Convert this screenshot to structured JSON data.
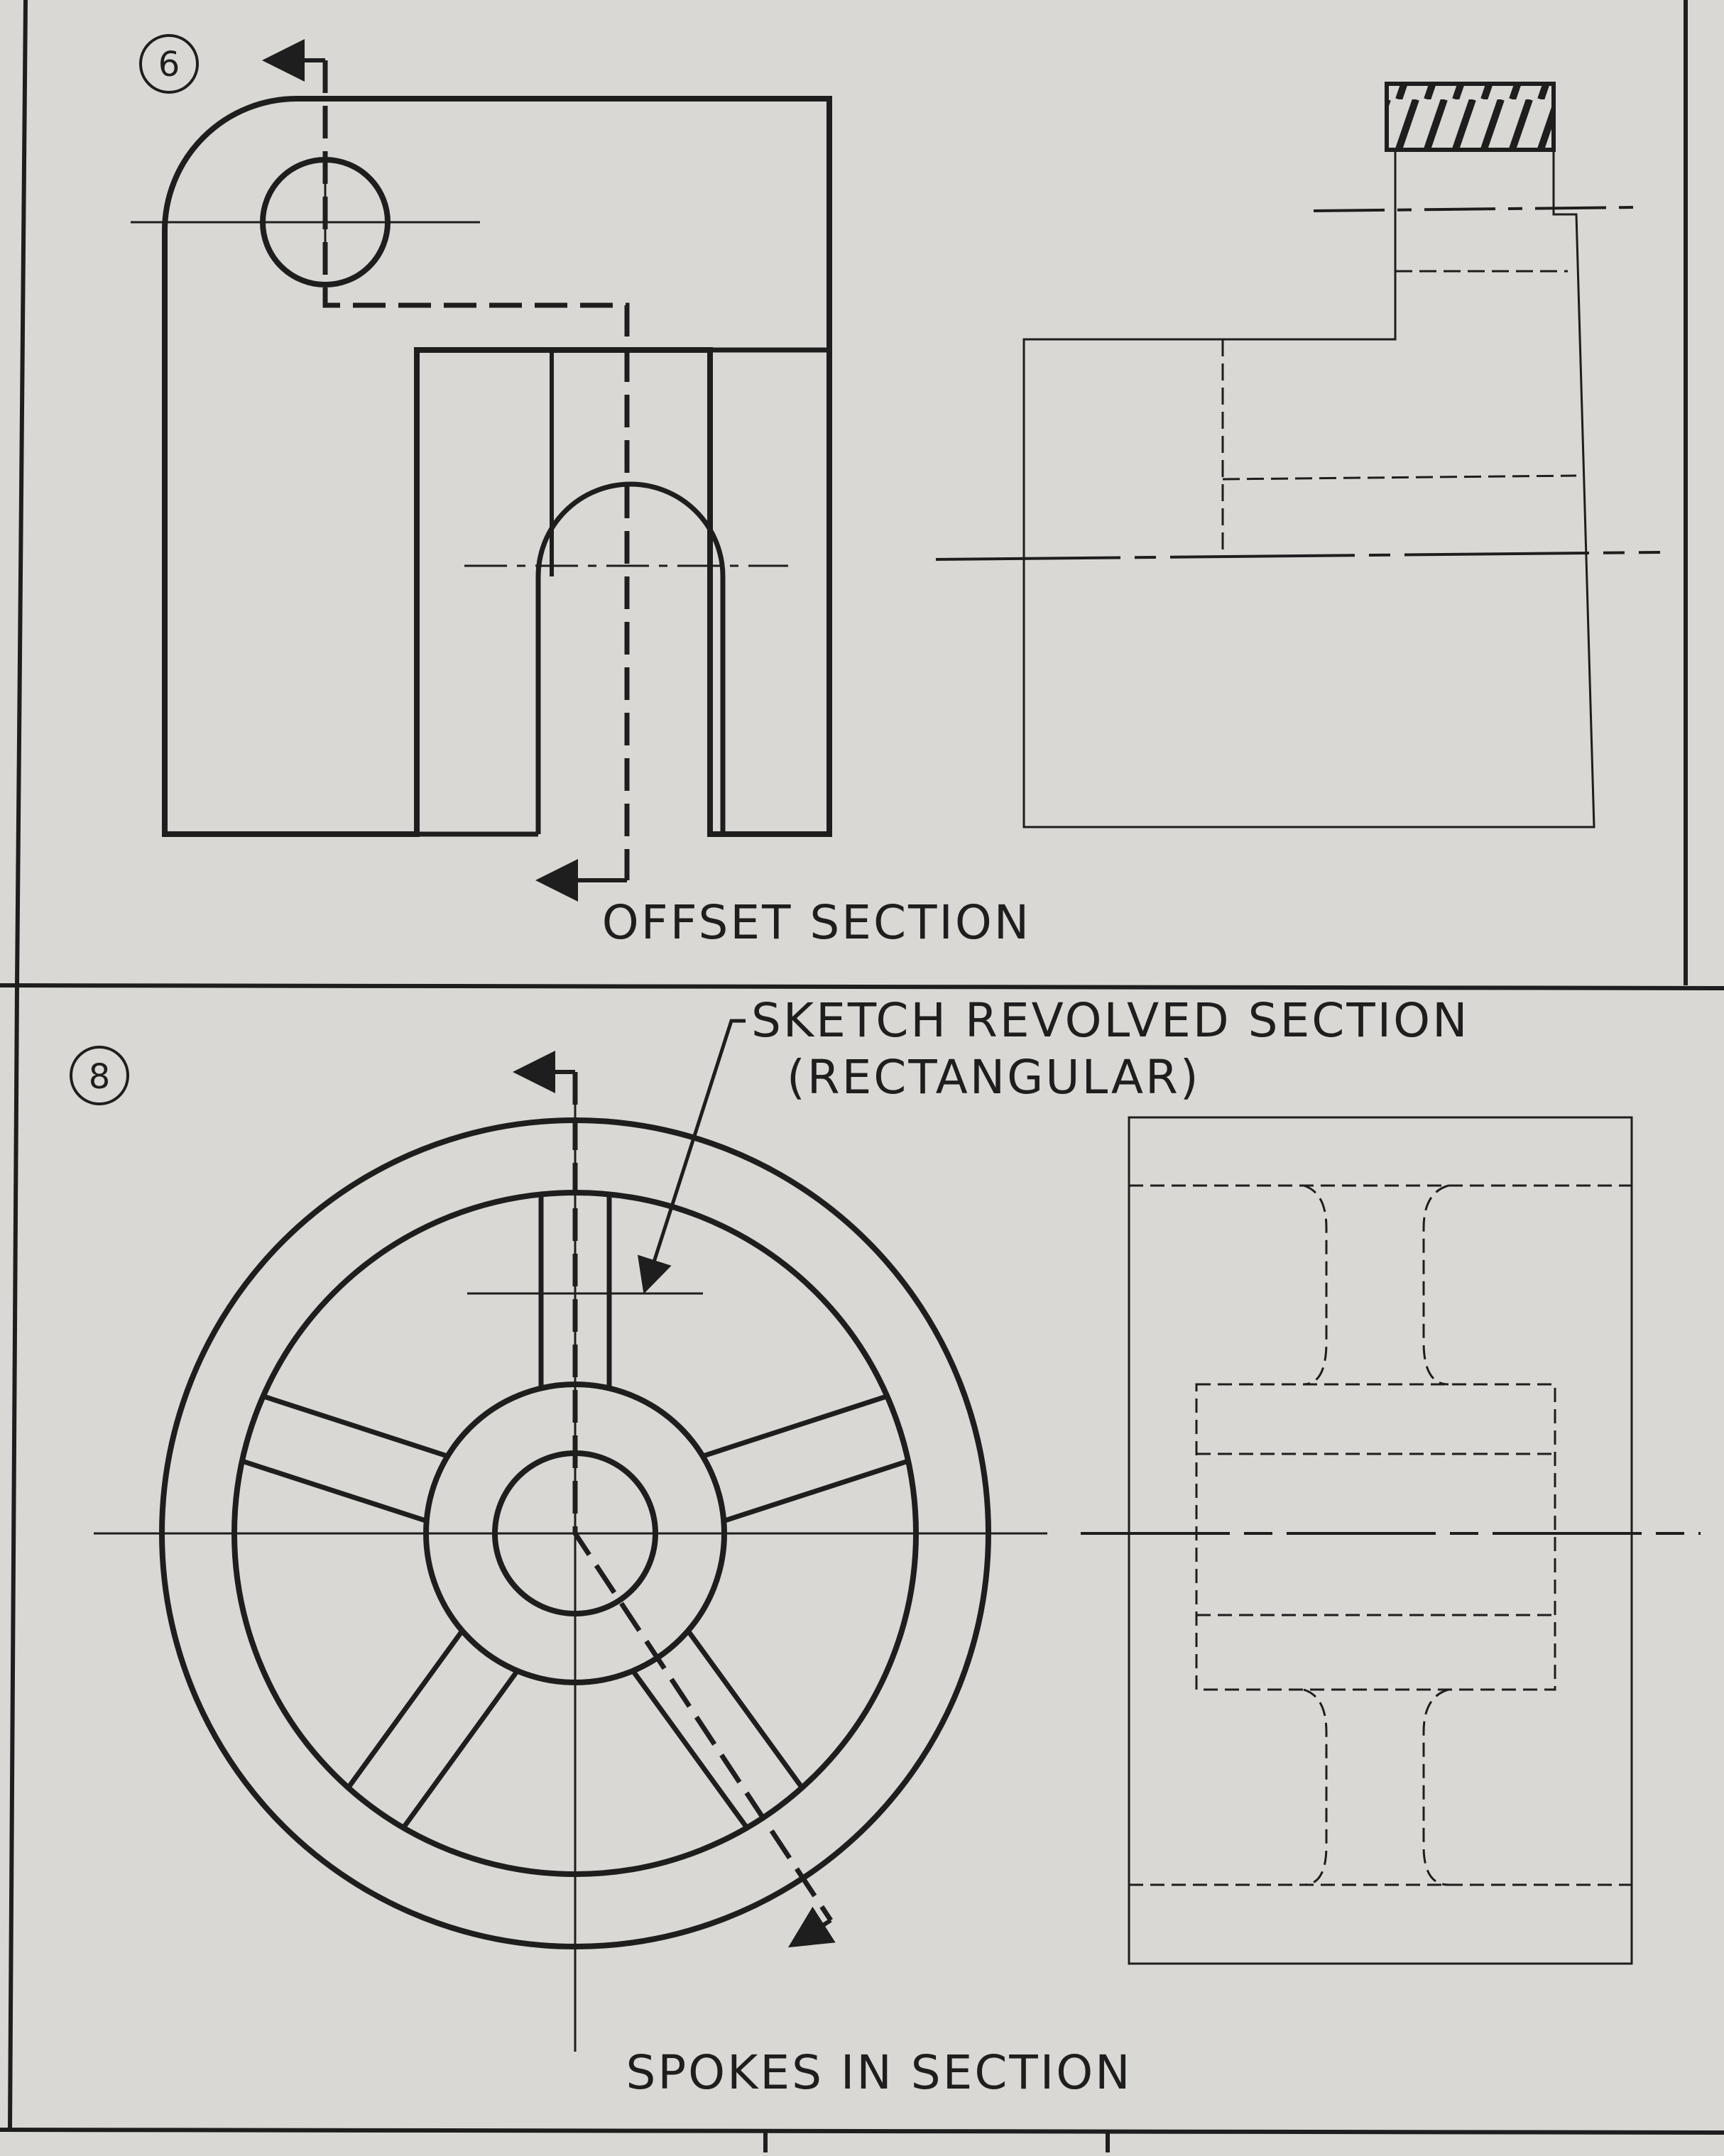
{
  "colors": {
    "paper": "#d9d8d4",
    "ink": "#1e1e1e"
  },
  "problems": [
    {
      "number": "6",
      "caption": "OFFSET SECTION"
    },
    {
      "number": "8",
      "callout_line1": "SKETCH REVOLVED SECTION",
      "callout_line2": "(RECTANGULAR)",
      "caption": "SPOKES IN SECTION"
    }
  ]
}
